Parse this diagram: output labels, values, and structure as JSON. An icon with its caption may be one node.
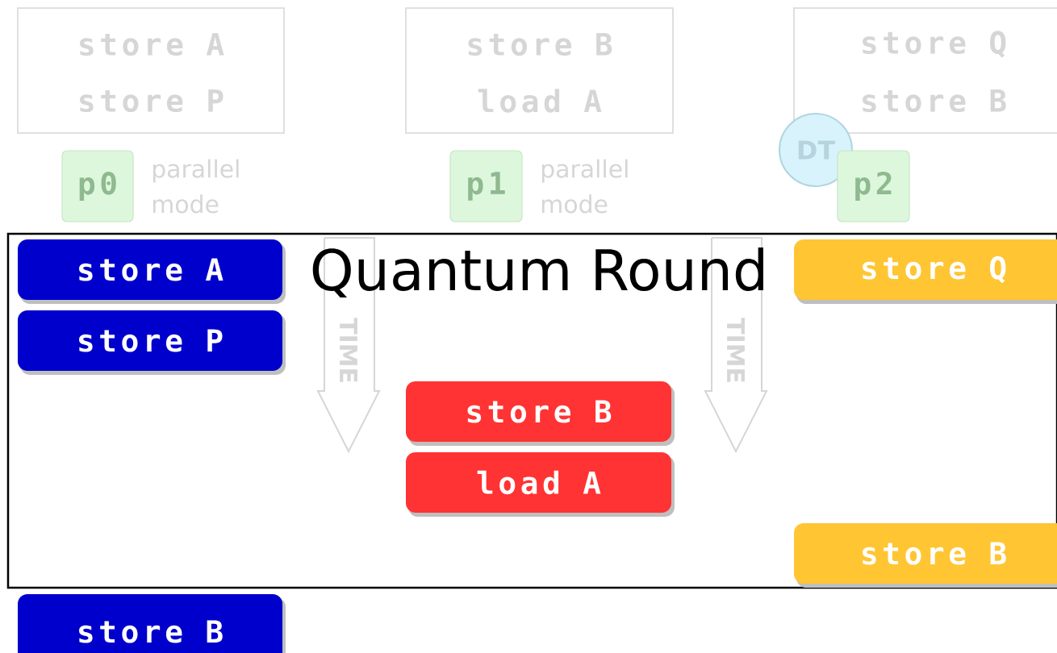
{
  "diagram": {
    "nodes": [
      {
        "text": [
          "store A",
          "store P"
        ]
      },
      {
        "text": [
          "store B",
          "load A"
        ]
      },
      {
        "text": [
          "store Q",
          "store B"
        ]
      },
      {
        "text": [
          "p0"
        ],
        "beside": [
          "parallel mode"
        ]
      },
      {
        "text": [
          "p1"
        ],
        "beside": [
          "parallel mode"
        ]
      },
      {
        "text": [
          "DT"
        ]
      },
      {
        "text": [
          "p2"
        ]
      },
      {
        "text": [
          "Quantum Round"
        ]
      },
      {
        "text": [
          "store A"
        ],
        "in": 7
      },
      {
        "text": [
          "store Q"
        ],
        "in": 7
      },
      {
        "text": [
          "store P"
        ],
        "in": 7
      },
      {
        "text": [
          "store B"
        ],
        "in": 7
      },
      {
        "text": [
          "load A"
        ],
        "in": 7
      },
      {
        "text": [
          "store B"
        ],
        "in": 7
      },
      {
        "text": [
          "store B"
        ]
      }
    ],
    "edges": [],
    "labels": [
      "TIME",
      "TIME"
    ]
  }
}
